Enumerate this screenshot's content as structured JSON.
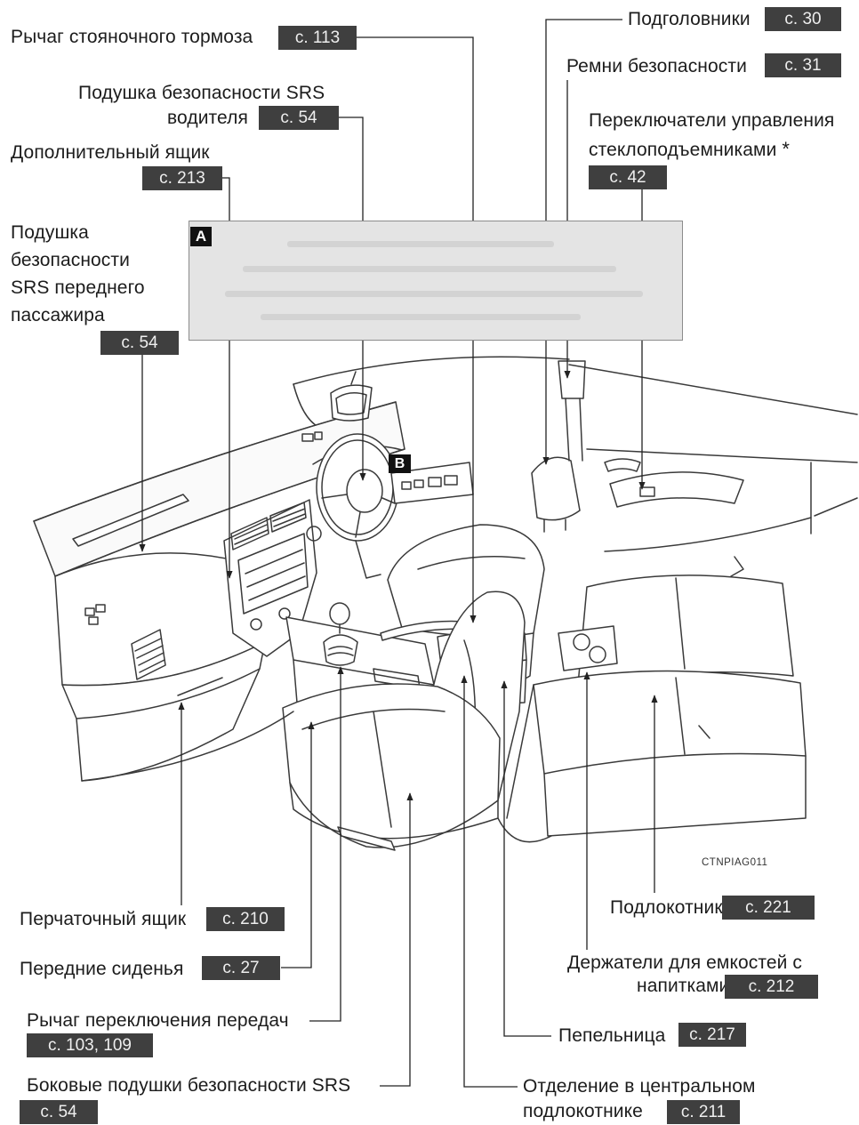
{
  "callouts": {
    "parking_brake": {
      "label": "Рычаг стояночного тормоза",
      "page": "с. 113"
    },
    "driver_airbag": {
      "label_line1": "Подушка безопасности SRS",
      "label_line2": "водителя",
      "page": "с. 54"
    },
    "auxiliary_box": {
      "label": "Дополнительный ящик",
      "page": "с. 213"
    },
    "passenger_airbag": {
      "label_lines": [
        "Подушка",
        "безопасности",
        "SRS переднего",
        "пассажира"
      ],
      "page": "с. 54"
    },
    "headrests": {
      "label": "Подголовники",
      "page": "с. 30"
    },
    "seat_belts": {
      "label": "Ремни безопасности",
      "page": "с. 31"
    },
    "power_window_switches": {
      "label_line1": "Переключатели управления",
      "label_line2": "стеклоподъемниками",
      "note_mark": "*",
      "page": "с. 42"
    },
    "glove_box": {
      "label": "Перчаточный ящик",
      "page": "с. 210"
    },
    "front_seats": {
      "label": "Передние сиденья",
      "page": "с. 27"
    },
    "shift_lever": {
      "label": "Рычаг переключения передач",
      "page": "с. 103, 109"
    },
    "side_airbags": {
      "label": "Боковые подушки безопасности SRS",
      "page": "с. 54"
    },
    "armrest": {
      "label": "Подлокотник",
      "page": "с. 221"
    },
    "cup_holders": {
      "label_line1": "Держатели для емкостей с",
      "label_line2": "напитками",
      "page": "с. 212"
    },
    "ashtray": {
      "label": "Пепельница",
      "page": "с. 217"
    },
    "console_box": {
      "label_line1": "Отделение в центральном",
      "label_line2": "подлокотнике",
      "page": "с. 211"
    }
  },
  "insets": {
    "a_label": "A",
    "b_label": "B"
  },
  "figure_code": "CTNPIAG011",
  "colors": {
    "badge_bg": "#3f3f3f",
    "badge_text": "#eeeeee",
    "line": "#222222",
    "inset_bg": "#e4e4e4"
  }
}
